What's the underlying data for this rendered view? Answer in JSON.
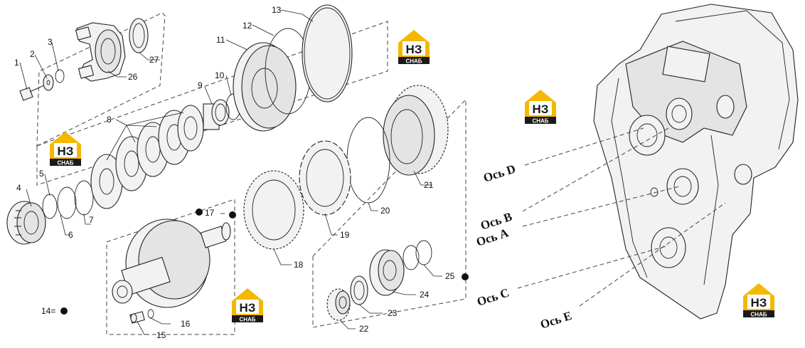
{
  "diagram": {
    "part_labels": [
      "1",
      "2",
      "3",
      "4",
      "5",
      "6",
      "7",
      "8",
      "9",
      "10",
      "11",
      "12",
      "13",
      "15",
      "16",
      "17",
      "18",
      "19",
      "20",
      "21",
      "22",
      "23",
      "24",
      "25",
      "26",
      "27"
    ],
    "legend_14": "14=",
    "axes": {
      "d": "Ось D",
      "b": "Ось B",
      "a": "Ось A",
      "c": "Ось C",
      "e": "Ось E"
    },
    "watermark": {
      "main": "НЗ",
      "sub": "СНАБ",
      "color_yellow": "#f5b800",
      "color_dark": "#1a1a1a"
    }
  }
}
